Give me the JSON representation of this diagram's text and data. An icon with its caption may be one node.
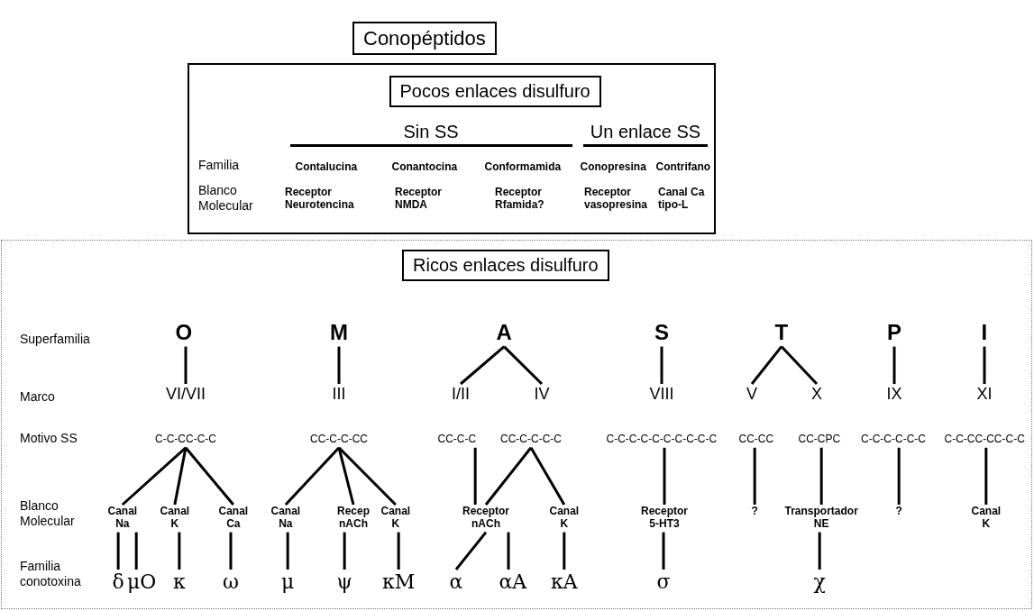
{
  "diagram": {
    "nodes": [
      {
        "text": [
          "Conopéptidos"
        ]
      },
      {
        "text": [],
        "shape": "box"
      },
      {
        "text": [
          "Pocos enlaces disulfuro"
        ],
        "in": 1
      },
      {
        "text": [],
        "shape": "box"
      },
      {
        "text": [
          "Ricos enlaces disulfuro"
        ],
        "in": 3
      },
      {
        "text": [
          "O"
        ],
        "in": 3
      },
      {
        "text": [
          "M"
        ],
        "in": 3
      },
      {
        "text": [
          "A"
        ],
        "in": 3
      },
      {
        "text": [
          "S"
        ],
        "in": 3
      },
      {
        "text": [
          "T"
        ],
        "in": 3
      },
      {
        "text": [
          "P"
        ],
        "in": 3
      },
      {
        "text": [
          "I"
        ],
        "in": 3
      },
      {
        "text": [
          "VI/VII"
        ],
        "in": 3
      },
      {
        "text": [
          "III"
        ],
        "in": 3
      },
      {
        "text": [
          "I/II"
        ],
        "in": 3
      },
      {
        "text": [
          "IV"
        ],
        "in": 3
      },
      {
        "text": [
          "VIII"
        ],
        "in": 3
      },
      {
        "text": [
          "V"
        ],
        "in": 3
      },
      {
        "text": [
          "X"
        ],
        "in": 3
      },
      {
        "text": [
          "IX"
        ],
        "in": 3
      },
      {
        "text": [
          "XI"
        ],
        "in": 3
      },
      {
        "text": [
          "C-C-CC-C-C"
        ],
        "in": 3
      },
      {
        "text": [
          "CC-C-C-CC"
        ],
        "in": 3
      },
      {
        "text": [
          "CC-C-C"
        ],
        "in": 3
      },
      {
        "text": [
          "CC-C-C-C-C"
        ],
        "in": 3
      },
      {
        "text": [
          "C-C-C-C-C-C-C-C-C-C"
        ],
        "in": 3
      },
      {
        "text": [
          "CC-CC"
        ],
        "in": 3
      },
      {
        "text": [
          "CC-CPC"
        ],
        "in": 3
      },
      {
        "text": [
          "C-C-C-C-C-C"
        ],
        "in": 3
      },
      {
        "text": [
          "C-C-CC-CC-C-C"
        ],
        "in": 3
      },
      {
        "text": [
          "Canal Na"
        ],
        "in": 3
      },
      {
        "text": [
          "Canal K"
        ],
        "in": 3
      },
      {
        "text": [
          "Canal Ca"
        ],
        "in": 3
      },
      {
        "text": [
          "Canal Na"
        ],
        "in": 3
      },
      {
        "text": [
          "Recep nACh"
        ],
        "in": 3
      },
      {
        "text": [
          "Canal K"
        ],
        "in": 3
      },
      {
        "text": [
          "Receptor nACh"
        ],
        "in": 3
      },
      {
        "text": [
          "Canal K"
        ],
        "in": 3
      },
      {
        "text": [
          "Receptor 5-HT3"
        ],
        "in": 3
      },
      {
        "text": [
          "?"
        ],
        "in": 3
      },
      {
        "text": [
          "Transportador NE"
        ],
        "in": 3
      },
      {
        "text": [
          "?"
        ],
        "in": 3
      },
      {
        "text": [
          "Canal K"
        ],
        "in": 3
      },
      {
        "text": [
          "δ"
        ],
        "in": 3
      },
      {
        "text": [
          "μO"
        ],
        "in": 3
      },
      {
        "text": [
          "κ"
        ],
        "in": 3
      },
      {
        "text": [
          "ω"
        ],
        "in": 3
      },
      {
        "text": [
          "μ"
        ],
        "in": 3
      },
      {
        "text": [
          "ψ"
        ],
        "in": 3
      },
      {
        "text": [
          "κM"
        ],
        "in": 3
      },
      {
        "text": [
          "α"
        ],
        "in": 3
      },
      {
        "text": [
          "αA"
        ],
        "in": 3
      },
      {
        "text": [
          "κA"
        ],
        "in": 3
      },
      {
        "text": [
          "σ"
        ],
        "in": 3
      },
      {
        "text": [
          "χ"
        ],
        "in": 3
      }
    ],
    "edges": [
      {
        "from": 5,
        "to": 12,
        "arrow": "none"
      },
      {
        "from": 6,
        "to": 13,
        "arrow": "none"
      },
      {
        "from": 7,
        "to": 14,
        "arrow": "none"
      },
      {
        "from": 7,
        "to": 15,
        "arrow": "none"
      },
      {
        "from": 8,
        "to": 16,
        "arrow": "none"
      },
      {
        "from": 9,
        "to": 17,
        "arrow": "none"
      },
      {
        "from": 9,
        "to": 18,
        "arrow": "none"
      },
      {
        "from": 10,
        "to": 19,
        "arrow": "none"
      },
      {
        "from": 11,
        "to": 20,
        "arrow": "none"
      },
      {
        "from": 21,
        "to": 30,
        "arrow": "none"
      },
      {
        "from": 21,
        "to": 31,
        "arrow": "none"
      },
      {
        "from": 21,
        "to": 32,
        "arrow": "none"
      },
      {
        "from": 22,
        "to": 33,
        "arrow": "none"
      },
      {
        "from": 22,
        "to": 34,
        "arrow": "none"
      },
      {
        "from": 22,
        "to": 35,
        "arrow": "none"
      },
      {
        "from": 23,
        "to": 36,
        "arrow": "none"
      },
      {
        "from": 24,
        "to": 36,
        "arrow": "none"
      },
      {
        "from": 24,
        "to": 37,
        "arrow": "none"
      },
      {
        "from": 25,
        "to": 38,
        "arrow": "none"
      },
      {
        "from": 26,
        "to": 39,
        "arrow": "none"
      },
      {
        "from": 27,
        "to": 40,
        "arrow": "none"
      },
      {
        "from": 28,
        "to": 41,
        "arrow": "none"
      },
      {
        "from": 29,
        "to": 42,
        "arrow": "none"
      },
      {
        "from": 30,
        "to": 43,
        "arrow": "none"
      },
      {
        "from": 30,
        "to": 44,
        "arrow": "none"
      },
      {
        "from": 31,
        "to": 45,
        "arrow": "none"
      },
      {
        "from": 32,
        "to": 46,
        "arrow": "none"
      },
      {
        "from": 33,
        "to": 47,
        "arrow": "none"
      },
      {
        "from": 34,
        "to": 48,
        "arrow": "none"
      },
      {
        "from": 35,
        "to": 49,
        "arrow": "none"
      },
      {
        "from": 36,
        "to": 50,
        "arrow": "none"
      },
      {
        "from": 36,
        "to": 51,
        "arrow": "none"
      },
      {
        "from": 37,
        "to": 52,
        "arrow": "none"
      },
      {
        "from": 38,
        "to": 53,
        "arrow": "none"
      },
      {
        "from": 40,
        "to": 54,
        "arrow": "none"
      }
    ],
    "labels": [
      "Sin SS",
      "Un enlace SS",
      "Familia",
      "Contalucina",
      "Conantocina",
      "Conformamida",
      "Conopresina",
      "Contrifano",
      "Blanco Molecular",
      "Receptor Neurotencina",
      "Receptor NMDA",
      "Receptor Rfamida?",
      "Receptor vasopresina",
      "Canal Ca tipo-L",
      "Superfamilia",
      "Marco",
      "Motivo SS",
      "Blanco Molecular",
      "Familia conotoxina"
    ]
  }
}
